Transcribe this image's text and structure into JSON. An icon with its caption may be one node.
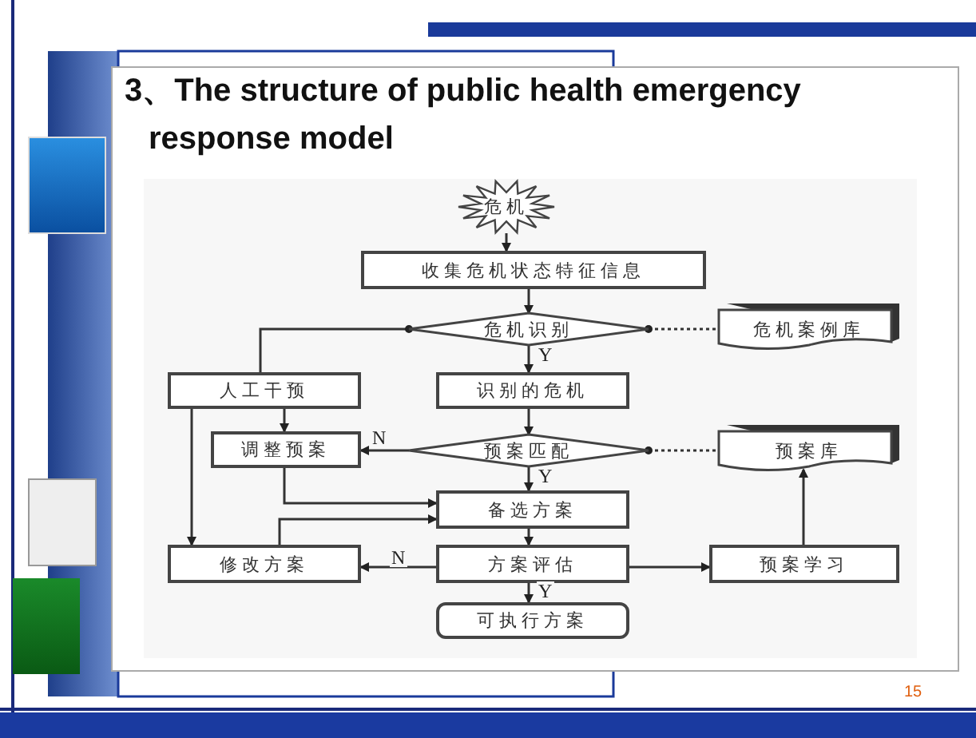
{
  "diagram": {
    "title": "3、The structure of public health emergency response model",
    "nodes": [
      {
        "text": [
          "危机"
        ]
      },
      {
        "text": [
          "收集危机状态特征信息"
        ]
      },
      {
        "text": [
          "危机识别"
        ]
      },
      {
        "text": [
          "危机案例库"
        ]
      },
      {
        "text": [
          "人工干预"
        ]
      },
      {
        "text": [
          "识别的危机"
        ]
      },
      {
        "text": [
          "调整预案"
        ]
      },
      {
        "text": [
          "预案匹配"
        ]
      },
      {
        "text": [
          "预案库"
        ]
      },
      {
        "text": [
          "备选方案"
        ]
      },
      {
        "text": [
          "修改方案"
        ]
      },
      {
        "text": [
          "方案评估"
        ]
      },
      {
        "text": [
          "预案学习"
        ]
      },
      {
        "text": [
          "可执行方案"
        ]
      }
    ],
    "edges": [
      {
        "from": 0,
        "to": 1,
        "arrow": "to"
      },
      {
        "from": 1,
        "to": 2,
        "arrow": "to"
      },
      {
        "from": 2,
        "to": 3,
        "arrow": "other",
        "style": "dashed"
      },
      {
        "from": 2,
        "to": 4,
        "arrow": "other"
      },
      {
        "from": 2,
        "to": 5,
        "arrow": "to",
        "label": "Y"
      },
      {
        "from": 5,
        "to": 7,
        "arrow": "to"
      },
      {
        "from": 7,
        "to": 6,
        "arrow": "to",
        "label": "N"
      },
      {
        "from": 7,
        "to": 8,
        "arrow": "other",
        "style": "dashed"
      },
      {
        "from": 7,
        "to": 9,
        "arrow": "to",
        "label": "Y"
      },
      {
        "from": 4,
        "to": 6,
        "arrow": "to"
      },
      {
        "from": 4,
        "to": 10,
        "arrow": "to"
      },
      {
        "from": 6,
        "to": 9,
        "arrow": "to"
      },
      {
        "from": 10,
        "to": 9,
        "arrow": "to"
      },
      {
        "from": 9,
        "to": 11,
        "arrow": "to"
      },
      {
        "from": 11,
        "to": 10,
        "arrow": "to",
        "label": "N"
      },
      {
        "from": 11,
        "to": 12,
        "arrow": "to"
      },
      {
        "from": 12,
        "to": 8,
        "arrow": "to"
      },
      {
        "from": 11,
        "to": 13,
        "arrow": "to",
        "label": "Y"
      }
    ],
    "labels": [
      "15"
    ]
  }
}
